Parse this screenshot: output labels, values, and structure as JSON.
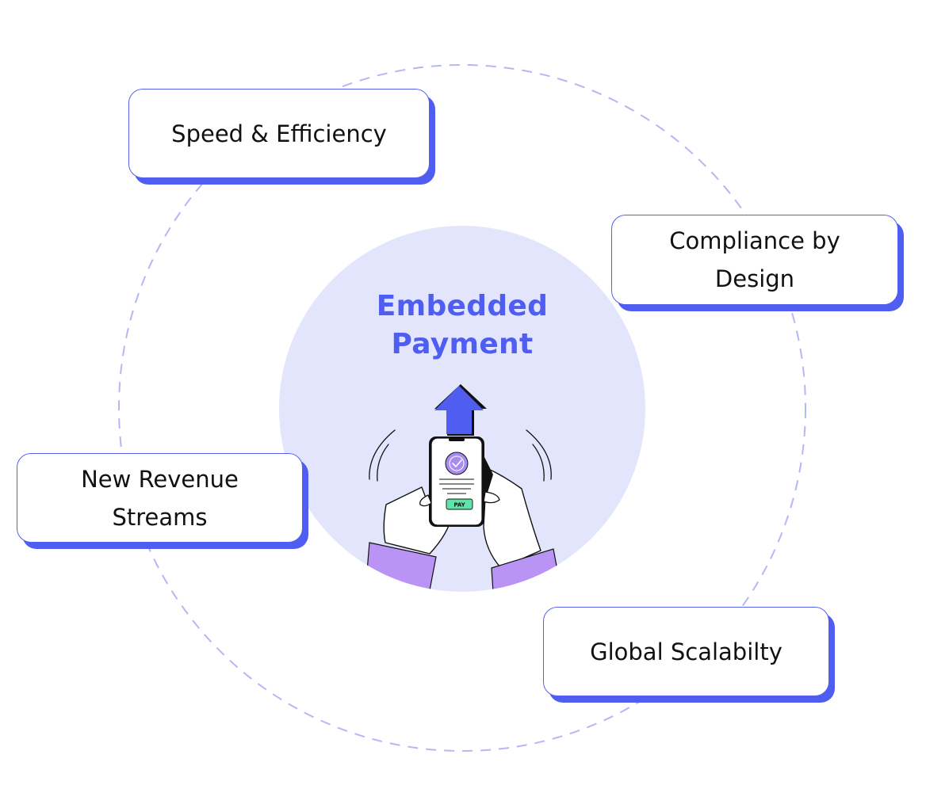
{
  "center": {
    "title_line1": "Embedded",
    "title_line2": "Payment",
    "pay_button_label": "PAY"
  },
  "cards": [
    {
      "lines": [
        "Speed & Efficiency"
      ]
    },
    {
      "lines": [
        "Compliance by",
        "Design"
      ]
    },
    {
      "lines": [
        "New Revenue",
        "Streams"
      ]
    },
    {
      "lines": [
        "Global Scalabilty"
      ]
    }
  ],
  "colors": {
    "accent": "#4f5ef0",
    "ring_dash": "#b3b8f5",
    "center_fill": "#e2e5fb",
    "sleeve": "#b994f5",
    "check_circle": "#a98cf0",
    "pay_button": "#5ee3a8"
  },
  "icons": {
    "arrow": "up-arrow-icon",
    "phone": "smartphone-icon",
    "check": "checkmark-icon"
  }
}
